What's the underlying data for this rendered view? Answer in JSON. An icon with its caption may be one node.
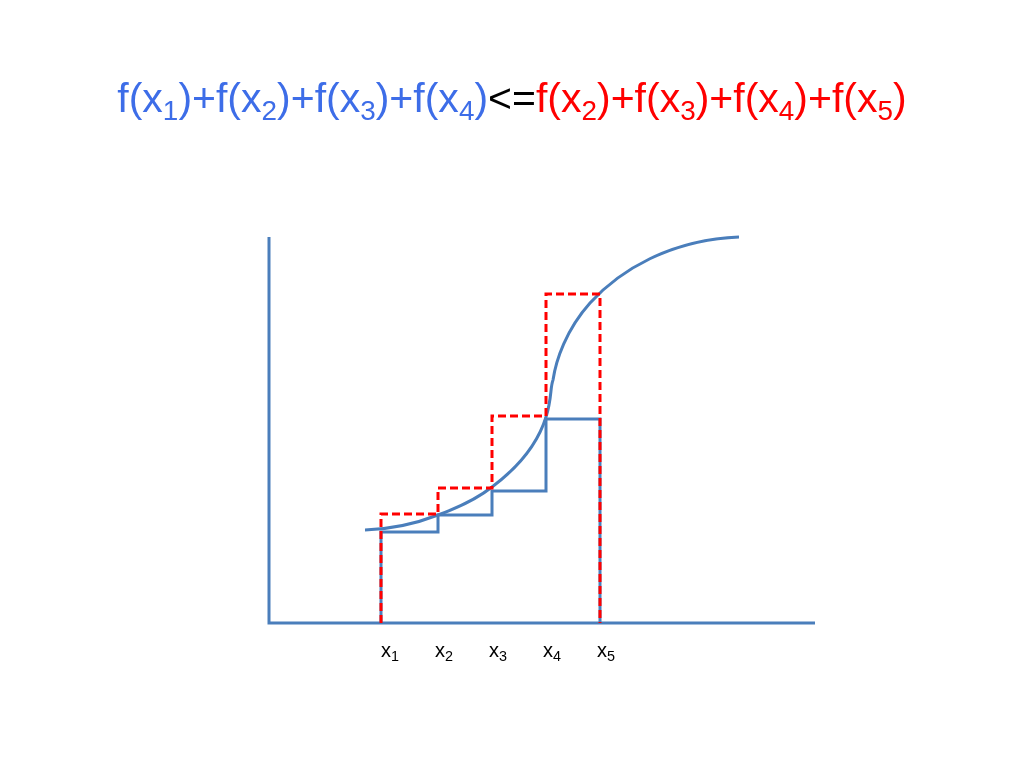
{
  "diagram": {
    "labels": [
      "f(x$_{1}$)+f(x$_{2}$)+f(x$_{3}$)+f(x$_{4}$)",
      "<=",
      "f(x$_{2}$)+f(x$_{3}$)+f(x$_{4}$)+f(x$_{5}$)",
      "x$_{1}$",
      "x$_{2}$",
      "x$_{3}$",
      "x$_{4}$",
      "x$_{5}$"
    ]
  }
}
